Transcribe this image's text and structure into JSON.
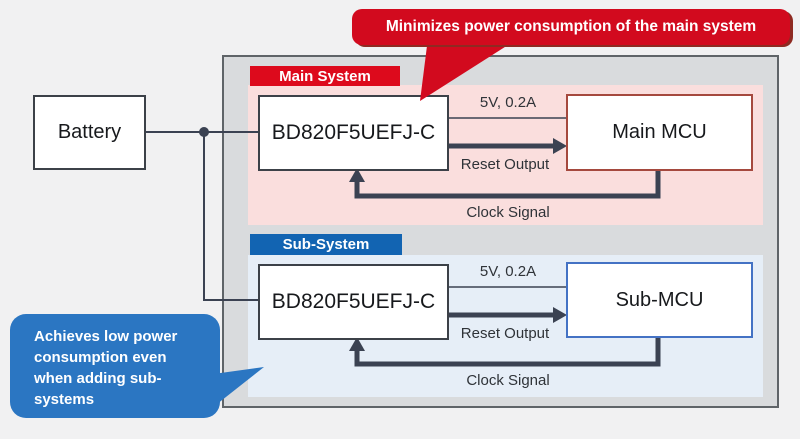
{
  "callouts": {
    "main": {
      "text": "Minimizes power consumption of the main system",
      "color": "#d20a1e"
    },
    "sub": {
      "text": "Achieves low power consumption even when adding sub-systems",
      "color": "#2b76c2"
    }
  },
  "battery": {
    "label": "Battery"
  },
  "main_system": {
    "badge_label": "Main System",
    "badge_color": "#dd0a1c",
    "section_color": "#fadedd",
    "regulator_label": "BD820F5UEFJ-C",
    "mcu_label": "Main MCU",
    "mcu_border_color": "#a5493e",
    "power_label": "5V, 0.2A",
    "reset_label": "Reset Output",
    "clock_label": "Clock Signal"
  },
  "sub_system": {
    "badge_label": "Sub-System",
    "badge_color": "#1264b2",
    "section_color": "#e6eef7",
    "regulator_label": "BD820F5UEFJ-C",
    "mcu_label": "Sub-MCU",
    "mcu_border_color": "#4472c4",
    "power_label": "5V, 0.2A",
    "reset_label": "Reset Output",
    "clock_label": "Clock Signal"
  },
  "colors": {
    "panel_background": "#d9dbdd",
    "panel_border": "#5f6468",
    "wire": "#3b4252",
    "box_border": "#3c4148"
  }
}
